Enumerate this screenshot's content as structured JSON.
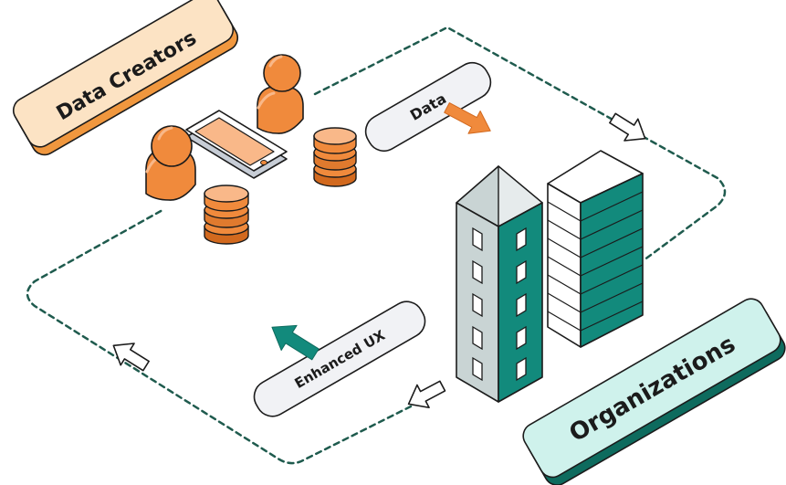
{
  "labels": {
    "data_creators": "Data Creators",
    "organizations": "Organizations",
    "data": "Data",
    "enhanced_ux": "Enhanced UX"
  },
  "colors": {
    "orange": "#F08A3C",
    "orange_dark": "#D2691E",
    "orange_light": "#F9B889",
    "creators_badge_fill": "#FCE3C4",
    "creators_badge_shadow": "#F0973E",
    "teal": "#128A7C",
    "teal_light_fill": "#CFF2EC",
    "teal_badge_shadow": "#0E6B5E",
    "pill_fill": "#F1F2F5",
    "building_side": "#C9D4D4",
    "outline": "#1B1B1B",
    "dashed_loop": "#1F5B4E"
  }
}
